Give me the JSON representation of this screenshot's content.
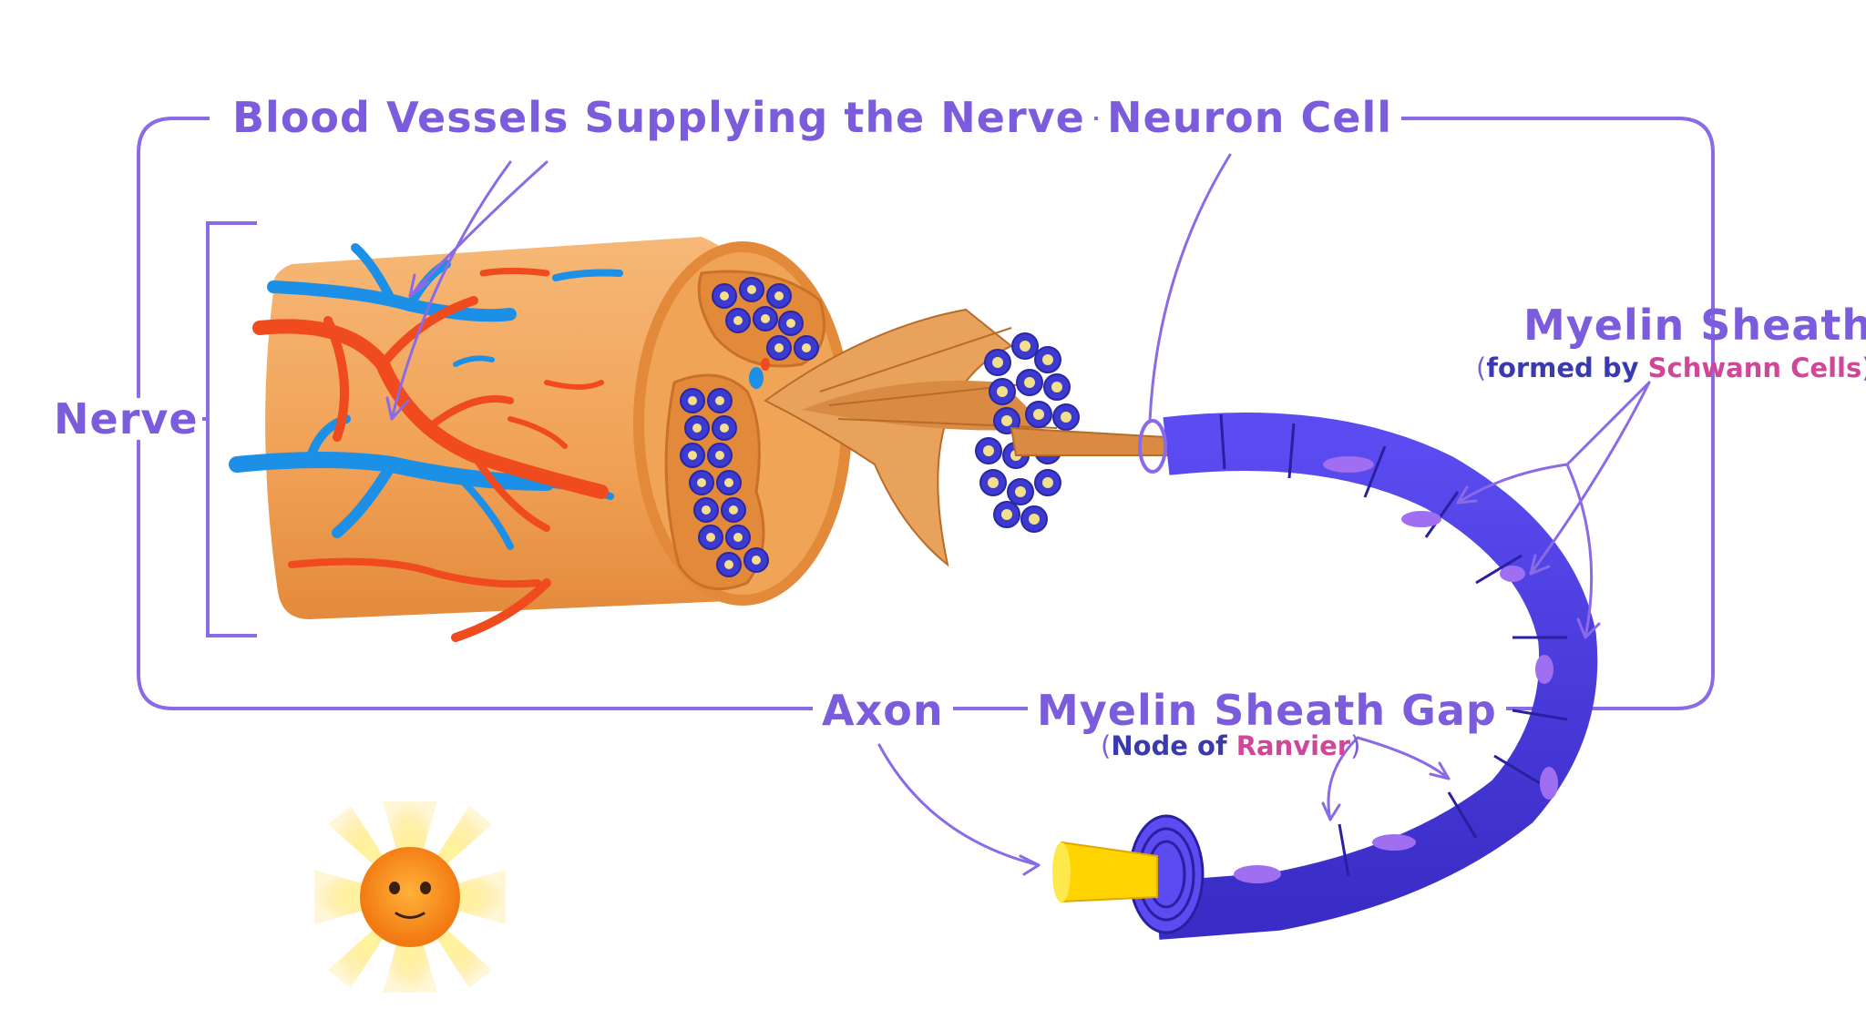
{
  "labels": {
    "blood_vessels": "Blood Vessels Supplying the Nerve",
    "neuron_cell": "Neuron Cell",
    "nerve": "Nerve",
    "myelin_sheath": "Myelin Sheath",
    "myelin_sub_prefix": "formed by ",
    "myelin_sub_highlight": "Schwann Cells",
    "axon": "Axon",
    "myelin_gap": "Myelin Sheath Gap",
    "gap_sub_prefix": "Node of ",
    "gap_sub_highlight": "Ranvier"
  },
  "colors": {
    "outline": "#7b5cdc",
    "nerve_body": "#f2a35a",
    "artery": "#f04a1f",
    "vein": "#1c8fe6",
    "myelin": "#4a3bdc",
    "axon_core": "#ffd400"
  }
}
